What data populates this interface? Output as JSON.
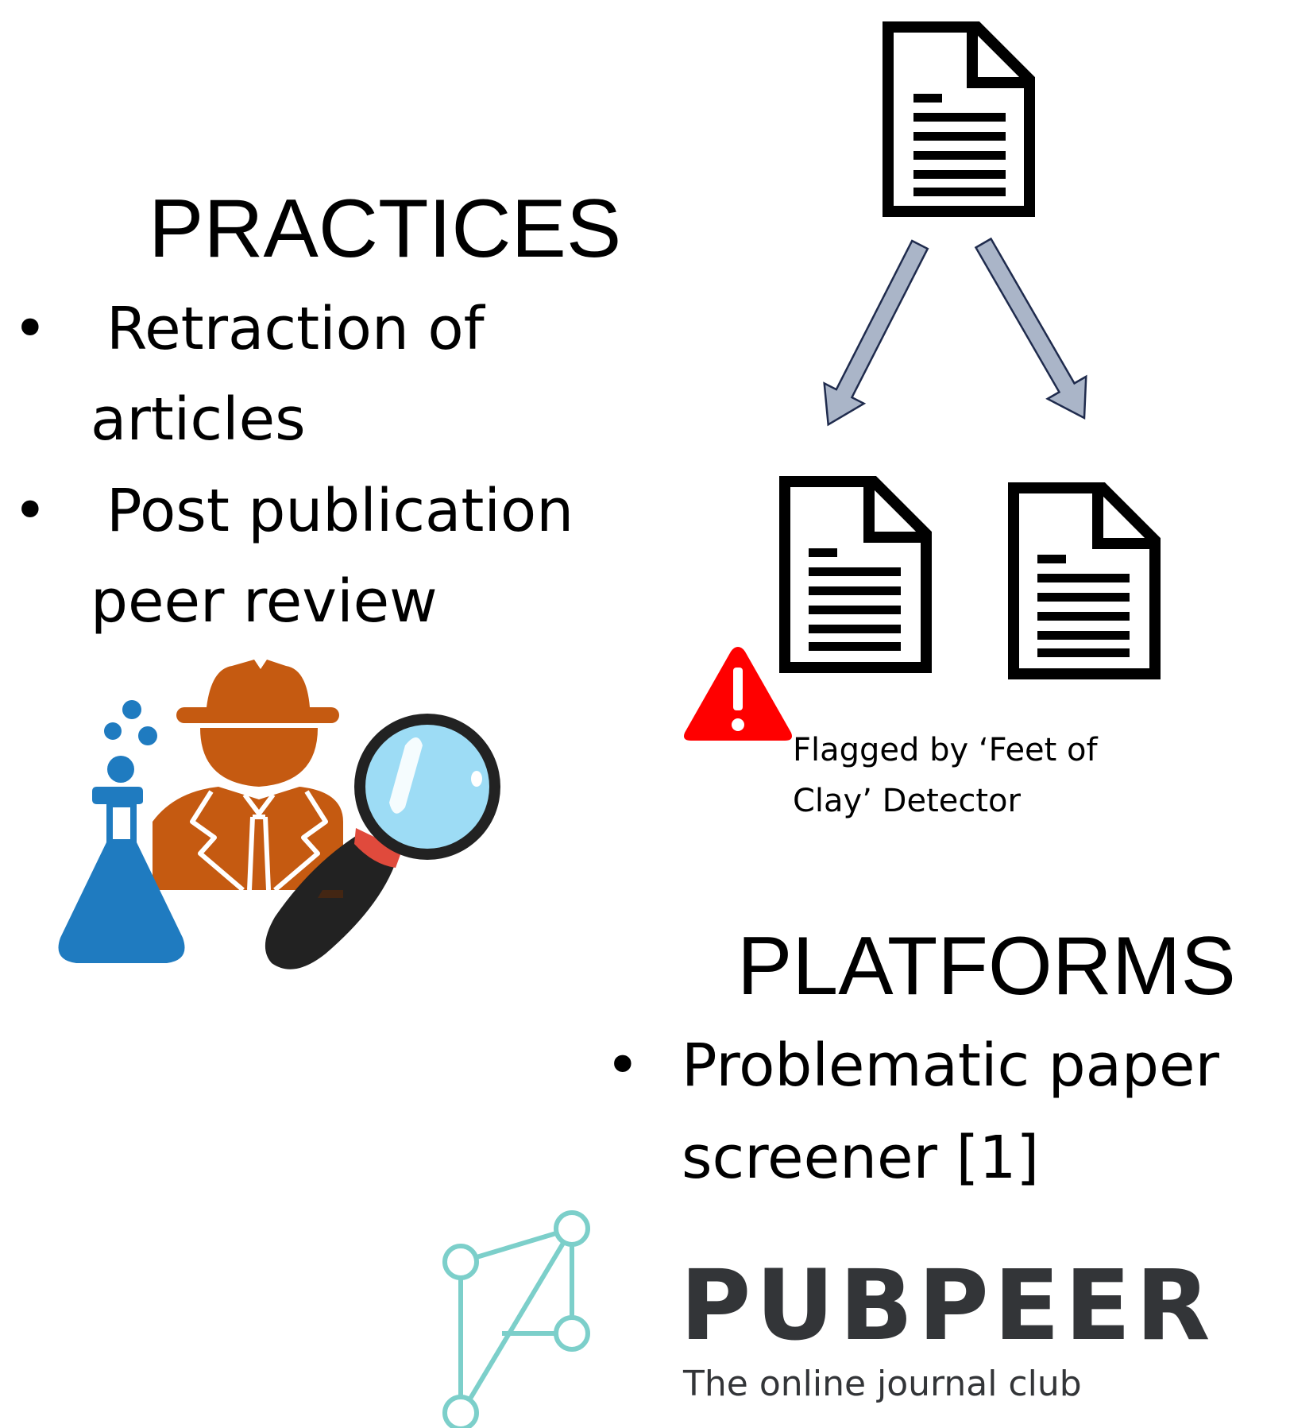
{
  "practices": {
    "heading": "PRACTICES",
    "items": [
      {
        "line1": "Retraction of",
        "line2": "articles"
      },
      {
        "line1": "Post publication",
        "line2": "peer review"
      }
    ]
  },
  "platforms": {
    "heading": "PLATFORMS",
    "items": [
      {
        "line1": "Problematic paper",
        "line2": "screener [1]"
      }
    ]
  },
  "flag_caption": {
    "line1": "Flagged by ‘Feet of",
    "line2": "Clay’ Detector"
  },
  "pubpeer": {
    "wordmark": "PUBPEER",
    "tagline": "The online journal club"
  },
  "bullet_symbol": "•",
  "icons": {
    "top_document": "document-icon",
    "flagged_document": "document-icon",
    "clean_document": "document-icon",
    "warning": "warning-triangle-icon",
    "detective": "detective-icon",
    "flask": "flask-icon",
    "magnifier": "magnifying-glass-icon",
    "pubpeer_logo": "pubpeer-logo-icon"
  },
  "colors": {
    "arrow_fill": "#aab5c8",
    "arrow_stroke": "#1f2b4d",
    "warning_red": "#ff0000",
    "detective_orange": "#c55a11",
    "flask_blue": "#1f7bc0",
    "lens_blue": "#9ddcf5",
    "handle_dark": "#222222",
    "pubpeer_teal": "#7ccfca",
    "pubpeer_text": "#333538"
  }
}
